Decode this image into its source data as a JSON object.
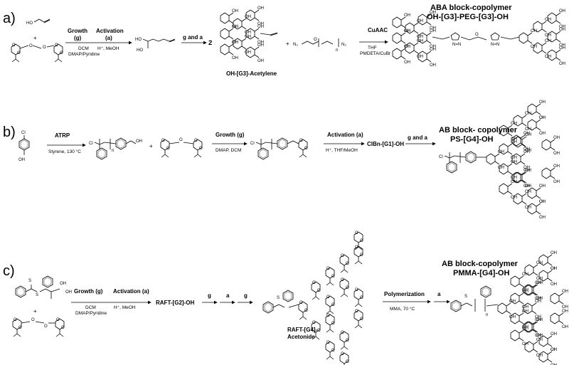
{
  "panels": {
    "a": {
      "label": "a)",
      "growth_label": "Growth",
      "growth_sub": "(g)",
      "activation_label": "Activation",
      "activation_sub": "(a)",
      "cond1": "DCM",
      "cond2": "DMAP/Pyridine",
      "cond3": "H⁺, MeOH",
      "plus": "+",
      "g_and_a": "g and a",
      "product_num": "2",
      "intermediate": "OH-[G3]-Acetylene",
      "plus2": "+",
      "cuaac": "CuAAC",
      "cuaac_cond1": "THF",
      "cuaac_cond2": "PMDETA/CuBr",
      "title1": "ABA block-copolymer",
      "title2": "OH-[G3]-PEG-[G3]-OH",
      "n": "n",
      "n3": "N₃",
      "n3b": "N₃"
    },
    "b": {
      "label": "b)",
      "atrp": "ATRP",
      "atrp_cond": "Styrene, 130 °C",
      "plus": "+",
      "growth_label": "Growth (g)",
      "growth_cond": "DMAP, DCM",
      "activation_label": "Activation (a)",
      "activation_cond": "H⁺, THF/MeOH",
      "intermediate": "ClBn-[G1]-OH",
      "g_and_a": "g and a",
      "title1": "AB block- copolymer",
      "title2": "PS-[G4]-OH",
      "cl": "Cl",
      "n": "n",
      "oh": "OH"
    },
    "c": {
      "label": "c)",
      "growth_label": "Growth (g)",
      "activation_label": "Activation (a)",
      "cond1": "DCM",
      "cond2": "DMAP/Pyridine",
      "cond3": "H⁺, MeOH",
      "plus": "+",
      "intermediate": "RAFT-[G2]-OH",
      "g1": "g",
      "a1": "a",
      "g2": "g",
      "acetonide1": "RAFT-[G4]-",
      "acetonide2": "Acetonide",
      "polymerization": "Polymerization",
      "poly_cond": "MMA, 70 °C",
      "a2": "a",
      "title1": "AB block-copolymer",
      "title2": "PMMA-[G4]-OH",
      "s": "S",
      "oh": "OH",
      "n": "n"
    }
  }
}
